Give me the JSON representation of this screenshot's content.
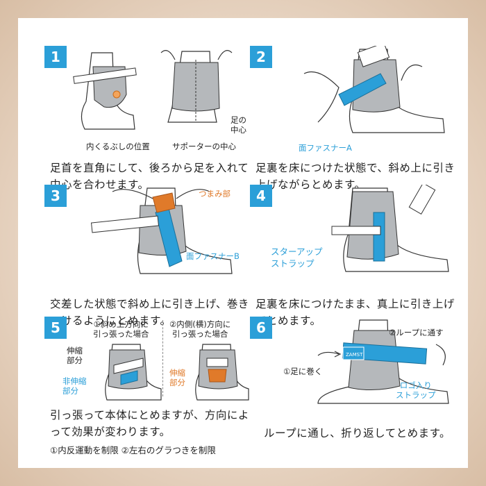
{
  "steps": [
    {
      "number": "1",
      "labels": [
        "内くるぶしの位置",
        "サポーターの中心",
        "足の\n中心"
      ],
      "text": "足首を直角にして、後ろから足を入れて中心を合わせます。"
    },
    {
      "number": "2",
      "labels": [
        "面ファスナーA"
      ],
      "text": "足裏を床につけた状態で、斜め上に引き上げながらとめます。"
    },
    {
      "number": "3",
      "labels": [
        "つまみ部",
        "面ファスナーB"
      ],
      "text": "交差した状態で斜め上に引き上げ、巻きつけるようにとめます。"
    },
    {
      "number": "4",
      "labels": [
        "スターアップ\nストラップ"
      ],
      "text": "足裏を床につけたまま、真上に引き上げてとめます。"
    },
    {
      "number": "5",
      "labels": [
        "①斜め上方向に\n引っ張った場合",
        "②内側(横)方向に\n引っ張った場合",
        "伸縮\n部分",
        "非伸縮\n部分",
        "伸縮\n部分"
      ],
      "text": "引っ張って本体にとめますが、方向によって効果が変わります。",
      "note": "①内反運動を制限 ②左右のグラつきを制限"
    },
    {
      "number": "6",
      "labels": [
        "②ループに通す",
        "①足に巻く",
        "ロゴ入り\nストラップ"
      ],
      "text": "ループに通し、折り返してとめます。"
    }
  ],
  "brand_mark": "ZAMST",
  "colors": {
    "accent": "#2b9fd8",
    "orange": "#e07a2a",
    "gray": "#b5b8bb"
  }
}
